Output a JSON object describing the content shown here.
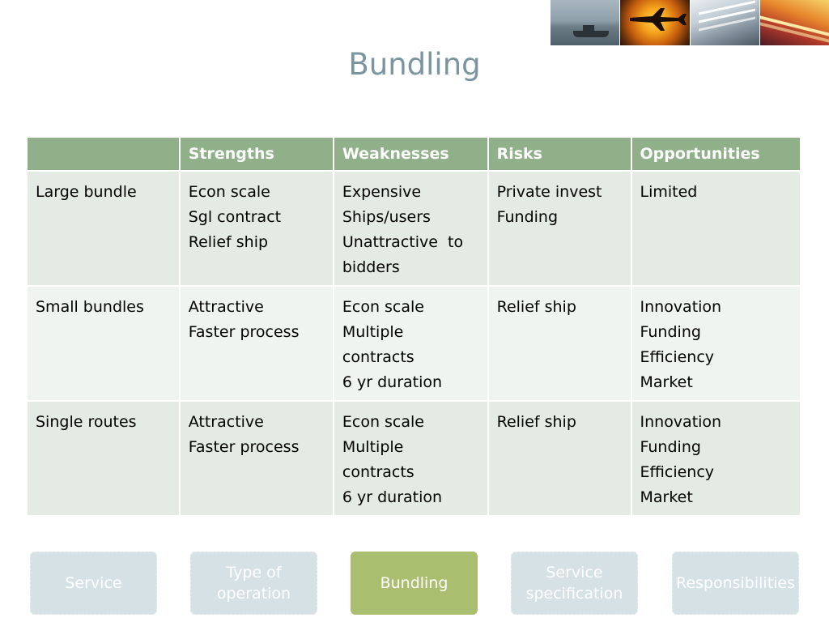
{
  "title": "Bundling",
  "table": {
    "headers": [
      "",
      "Strengths",
      "Weaknesses",
      "Risks",
      "Opportunities"
    ],
    "rows": [
      {
        "label": "Large bundle",
        "strengths": [
          "Econ scale",
          "Sgl contract",
          "Relief ship"
        ],
        "weaknesses": [
          "Expensive",
          "Ships/users",
          "Unattractive  to",
          "bidders"
        ],
        "risks": [
          "Private invest",
          "Funding"
        ],
        "opportunities": [
          "Limited"
        ]
      },
      {
        "label": "Small bundles",
        "strengths": [
          "Attractive",
          "Faster process"
        ],
        "weaknesses": [
          "Econ scale",
          "Multiple",
          "contracts",
          "6 yr duration"
        ],
        "risks": [
          "Relief ship"
        ],
        "opportunities": [
          "Innovation",
          "Funding",
          "Efficiency",
          "Market"
        ]
      },
      {
        "label": "Single routes",
        "strengths": [
          "Attractive",
          "Faster process"
        ],
        "weaknesses": [
          "Econ scale",
          "Multiple",
          "contracts",
          "6 yr duration"
        ],
        "risks": [
          "Relief ship"
        ],
        "opportunities": [
          "Innovation",
          "Funding",
          "Efficiency",
          "Market"
        ]
      }
    ]
  },
  "nav": {
    "service": {
      "lines": [
        "Service"
      ]
    },
    "type_of_operation": {
      "lines": [
        "Type of",
        "operation"
      ]
    },
    "bundling": {
      "lines": [
        "Bundling"
      ]
    },
    "service_specification": {
      "lines": [
        "Service",
        "specification"
      ]
    },
    "responsibilities": {
      "lines": [
        "Responsibilities"
      ]
    }
  },
  "colors": {
    "title": "#7a95a0",
    "header_bg": "#8fb088",
    "row_odd_bg": "#e4ebe4",
    "row_even_bg": "#f0f4f0",
    "nav_bg": "#d5e1e5",
    "nav_active_bg": "#a9bf6f"
  },
  "header_images": [
    "harbor-photo",
    "airplane-sunset-photo",
    "rail-platform-photo",
    "road-lights-photo"
  ]
}
